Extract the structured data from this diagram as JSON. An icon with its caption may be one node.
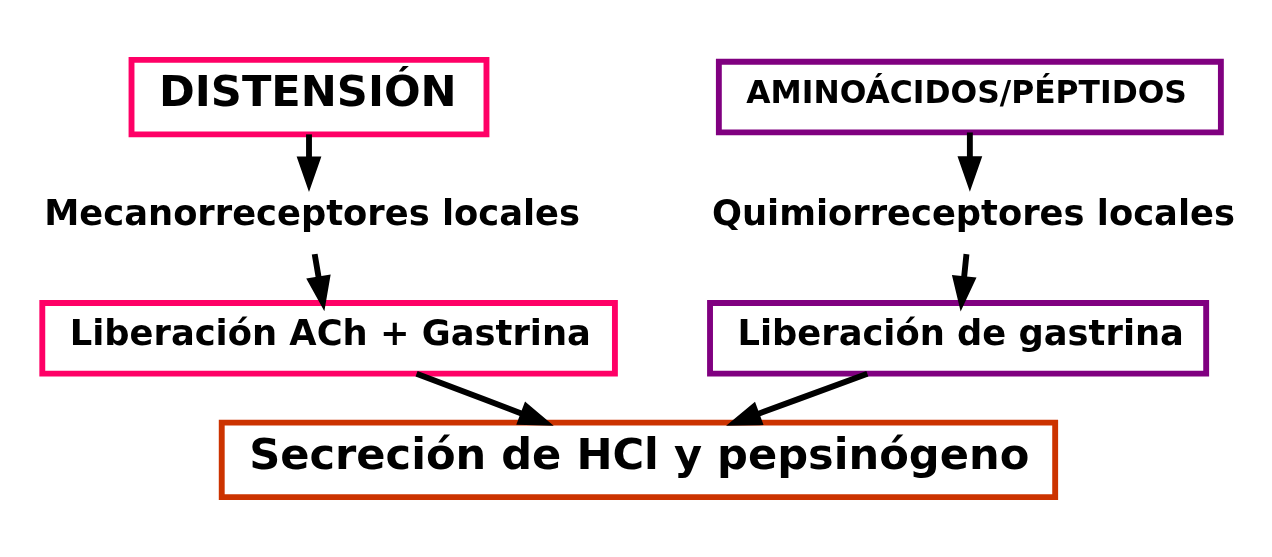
{
  "diagram": {
    "nodes": [
      {
        "text": [
          "DISTENSIÓN"
        ]
      },
      {
        "text": [
          "AMINOÁCIDOS/PÉPTIDOS"
        ]
      },
      {
        "text": [
          "Mecanorreceptores locales"
        ]
      },
      {
        "text": [
          "Quimiorreceptores locales"
        ]
      },
      {
        "text": [
          "Liberación ACh + Gastrina"
        ]
      },
      {
        "text": [
          "Liberación de gastrina"
        ]
      },
      {
        "text": [
          "Secreción de HCl y pepsinógeno"
        ]
      }
    ],
    "edges": [
      {
        "from": 0,
        "to": 2,
        "arrow": "to"
      },
      {
        "from": 2,
        "to": 4,
        "arrow": "to"
      },
      {
        "from": 1,
        "to": 3,
        "arrow": "to"
      },
      {
        "from": 3,
        "to": 5,
        "arrow": "to"
      },
      {
        "from": 4,
        "to": 6,
        "arrow": "to"
      },
      {
        "from": 5,
        "to": 6,
        "arrow": "to"
      }
    ]
  }
}
